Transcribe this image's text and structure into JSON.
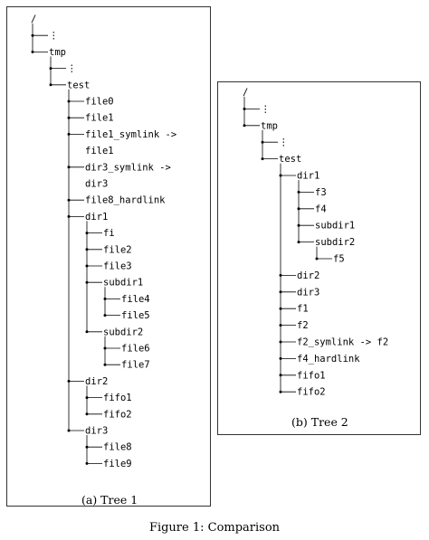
{
  "figure": {
    "caption": "Figure 1: Comparison"
  },
  "tree1": {
    "caption": "(a) Tree 1",
    "nodes": [
      {
        "label": "/",
        "depth": 0
      },
      {
        "label": "⋮",
        "depth": 1
      },
      {
        "label": "tmp",
        "depth": 1
      },
      {
        "label": "⋮",
        "depth": 2
      },
      {
        "label": "test",
        "depth": 2
      },
      {
        "label": "file0",
        "depth": 3
      },
      {
        "label": "file1",
        "depth": 3
      },
      {
        "label": "file1_symlink ->",
        "label2": "file1",
        "depth": 3
      },
      {
        "label": "dir3_symlink ->",
        "label2": "dir3",
        "depth": 3
      },
      {
        "label": "file8_hardlink",
        "depth": 3
      },
      {
        "label": "dir1",
        "depth": 3
      },
      {
        "label": "fi",
        "depth": 4
      },
      {
        "label": "file2",
        "depth": 4
      },
      {
        "label": "file3",
        "depth": 4
      },
      {
        "label": "subdir1",
        "depth": 4
      },
      {
        "label": "file4",
        "depth": 5
      },
      {
        "label": "file5",
        "depth": 5
      },
      {
        "label": "subdir2",
        "depth": 4
      },
      {
        "label": "file6",
        "depth": 5
      },
      {
        "label": "file7",
        "depth": 5
      },
      {
        "label": "dir2",
        "depth": 3
      },
      {
        "label": "fifo1",
        "depth": 4
      },
      {
        "label": "fifo2",
        "depth": 4
      },
      {
        "label": "dir3",
        "depth": 3
      },
      {
        "label": "file8",
        "depth": 4
      },
      {
        "label": "file9",
        "depth": 4
      }
    ]
  },
  "tree2": {
    "caption": "(b) Tree 2",
    "nodes": [
      {
        "label": "/",
        "depth": 0
      },
      {
        "label": "⋮",
        "depth": 1
      },
      {
        "label": "tmp",
        "depth": 1
      },
      {
        "label": "⋮",
        "depth": 2
      },
      {
        "label": "test",
        "depth": 2
      },
      {
        "label": "dir1",
        "depth": 3
      },
      {
        "label": "f3",
        "depth": 4
      },
      {
        "label": "f4",
        "depth": 4
      },
      {
        "label": "subdir1",
        "depth": 4
      },
      {
        "label": "subdir2",
        "depth": 4
      },
      {
        "label": "f5",
        "depth": 5
      },
      {
        "label": "dir2",
        "depth": 3
      },
      {
        "label": "dir3",
        "depth": 3
      },
      {
        "label": "f1",
        "depth": 3
      },
      {
        "label": "f2",
        "depth": 3
      },
      {
        "label": "f2_symlink -> f2",
        "depth": 3
      },
      {
        "label": "f4_hardlink",
        "depth": 3
      },
      {
        "label": "fifo1",
        "depth": 3
      },
      {
        "label": "fifo2",
        "depth": 3
      }
    ]
  }
}
